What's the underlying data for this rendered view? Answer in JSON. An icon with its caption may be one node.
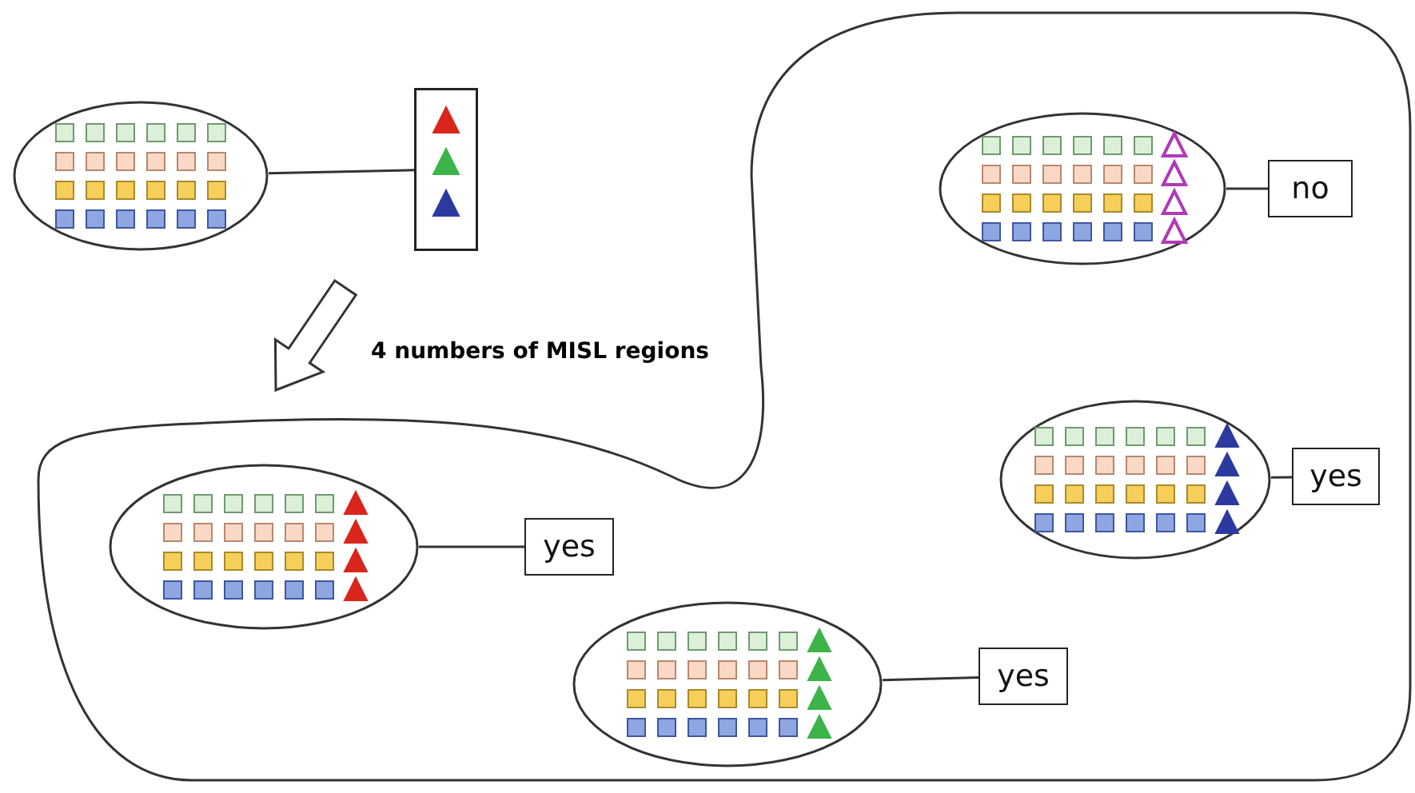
{
  "diagram": {
    "nodes": [
      {
        "text": [],
        "shape": "ellipse"
      },
      {
        "text": [],
        "shape": "box"
      },
      {
        "text": [],
        "shape": "blob"
      },
      {
        "text": [],
        "shape": "ellipse",
        "in": 2
      },
      {
        "text": [
          "no"
        ],
        "in": 2
      },
      {
        "text": [],
        "shape": "ellipse",
        "in": 2
      },
      {
        "text": [
          "yes"
        ],
        "in": 2
      },
      {
        "text": [],
        "shape": "ellipse",
        "in": 2
      },
      {
        "text": [
          "yes"
        ],
        "in": 2
      },
      {
        "text": [],
        "shape": "ellipse",
        "in": 2
      },
      {
        "text": [
          "yes"
        ],
        "in": 2
      }
    ],
    "edges": [
      {
        "from": 0,
        "to": 1,
        "arrow": "none"
      },
      {
        "from": 0,
        "to": 2,
        "arrow": "to",
        "style": "thick"
      },
      {
        "from": 3,
        "to": 4,
        "arrow": "none"
      },
      {
        "from": 5,
        "to": 6,
        "arrow": "none"
      },
      {
        "from": 7,
        "to": 8,
        "arrow": "none"
      },
      {
        "from": 9,
        "to": 10,
        "arrow": "none"
      }
    ],
    "labels": [
      "4 numbers of MISL regions"
    ]
  }
}
